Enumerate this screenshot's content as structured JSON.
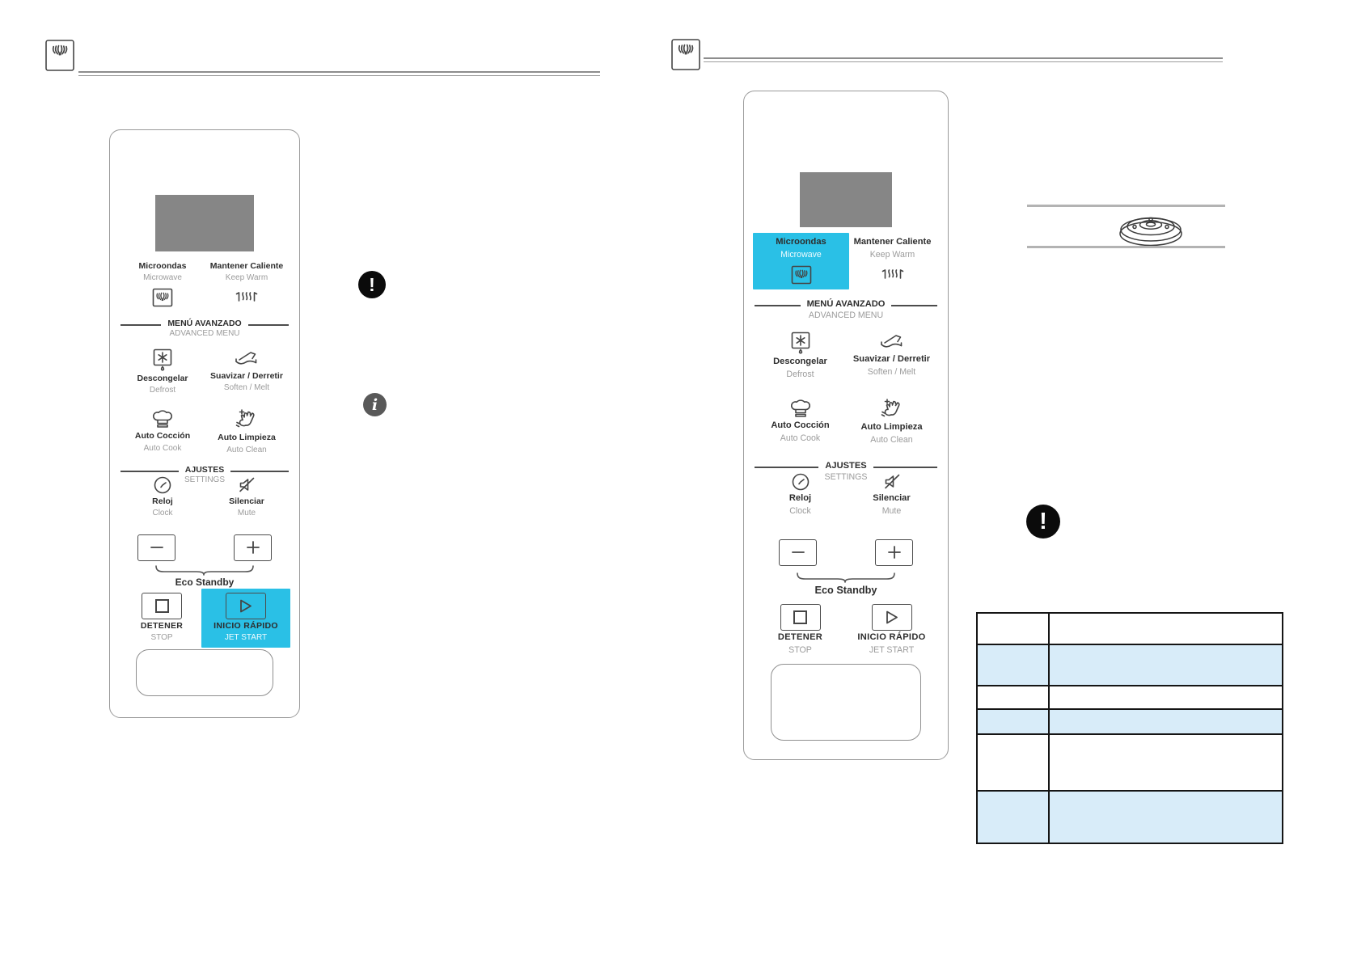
{
  "document": {
    "type": "microwave user manual spread, two pages, no body text visible",
    "language": "Spanish / English bilingual"
  },
  "labels": {
    "microwave_es": "Microondas",
    "microwave_en": "Microwave",
    "keepwarm_es": "Mantener Caliente",
    "keepwarm_en": "Keep Warm",
    "advanced_es": "MENÚ AVANZADO",
    "advanced_en": "ADVANCED MENU",
    "defrost_es": "Descongelar",
    "defrost_en": "Defrost",
    "soften_es": "Suavizar / Derretir",
    "soften_en": "Soften / Melt",
    "autocook_es": "Auto Cocción",
    "autocook_en": "Auto Cook",
    "autoclean_es": "Auto Limpieza",
    "autoclean_en": "Auto Clean",
    "settings_es": "AJUSTES",
    "settings_en": "SETTINGS",
    "clock_es": "Reloj",
    "clock_en": "Clock",
    "mute_es": "Silenciar",
    "mute_en": "Mute",
    "eco": "Eco Standby",
    "stop_es": "DETENER",
    "stop_en": "STOP",
    "jetstart_es": "INICIO RÁPIDO",
    "jetstart_en": "JET START",
    "minus_glyph": "−",
    "plus_glyph": "+"
  },
  "panels": [
    {
      "side": "left",
      "highlighted_key": "jetstart"
    },
    {
      "side": "right",
      "highlighted_key": "microwave"
    }
  ],
  "icons": {
    "exclamation": "!",
    "info": "i"
  },
  "colors": {
    "accent_cyan": "#2ac0e6",
    "table_row_blue": "#d8ecf9",
    "display_gray": "#868686"
  },
  "table": {
    "columns": 2,
    "rows": [
      {
        "shaded": false,
        "cells": [
          "",
          ""
        ]
      },
      {
        "shaded": true,
        "cells": [
          "",
          ""
        ]
      },
      {
        "shaded": false,
        "cells": [
          "",
          ""
        ]
      },
      {
        "shaded": true,
        "cells": [
          "",
          ""
        ]
      },
      {
        "shaded": false,
        "cells": [
          "",
          ""
        ]
      },
      {
        "shaded": true,
        "cells": [
          "",
          ""
        ]
      }
    ]
  }
}
